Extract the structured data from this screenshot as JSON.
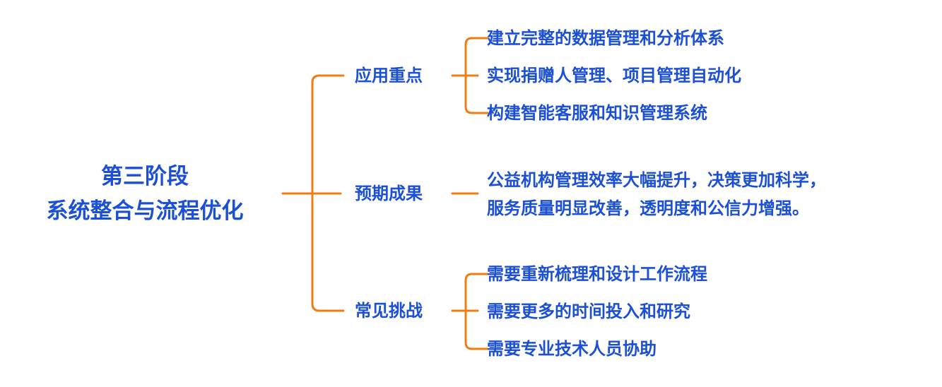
{
  "colors": {
    "text": "#1a4fd6",
    "connector": "#f07d14",
    "background": "#ffffff"
  },
  "root": {
    "line1": "第三阶段",
    "line2": "系统整合与流程优化"
  },
  "branches": [
    {
      "label": "应用重点",
      "items": [
        "建立完整的数据管理和分析体系",
        "实现捐赠人管理、项目管理自动化",
        "构建智能客服和知识管理系统"
      ]
    },
    {
      "label": "预期成果",
      "items": [
        "公益机构管理效率大幅提升，决策更加科学，",
        "服务质量明显改善，透明度和公信力增强。"
      ]
    },
    {
      "label": "常见挑战",
      "items": [
        "需要重新梳理和设计工作流程",
        "需要更多的时间投入和研究",
        "需要专业技术人员协助"
      ]
    }
  ]
}
